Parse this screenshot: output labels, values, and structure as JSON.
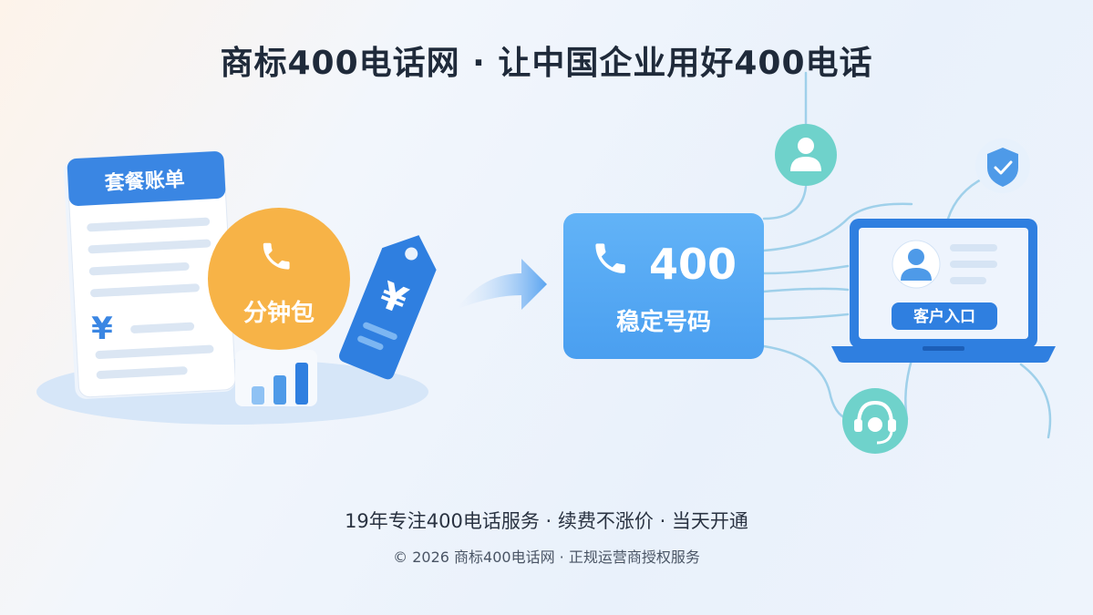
{
  "header": {
    "title": "商标400电话网 · 让中国企业用好400电话"
  },
  "bill_card": {
    "heading": "套餐账单",
    "currency": "¥"
  },
  "minutes_badge": {
    "label": "分钟包"
  },
  "price_tag": {
    "currency": "¥"
  },
  "number_card": {
    "number": "400",
    "label": "稳定号码"
  },
  "laptop": {
    "button_label": "客户入口"
  },
  "footer": {
    "tagline": "19年专注400电话服务 · 续费不涨价 · 当天开通",
    "copyright": "© 2026 商标400电话网 · 正规运营商授权服务"
  },
  "colors": {
    "primary_blue": "#2f7fe0",
    "light_blue": "#5fb0f5",
    "orange": "#f7b347",
    "teal": "#6fd2cb",
    "title": "#1f2a3a"
  }
}
